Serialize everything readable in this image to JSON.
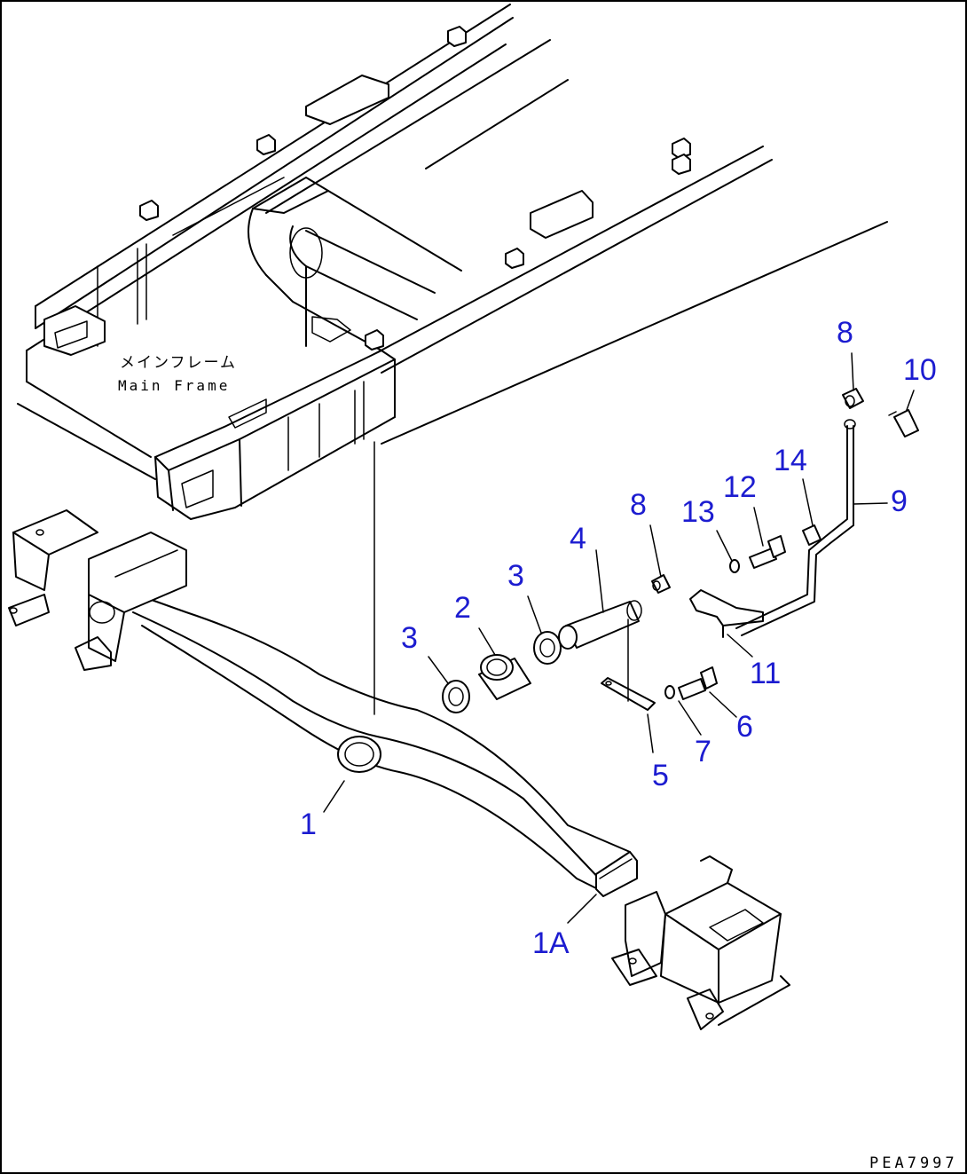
{
  "figure": {
    "main_frame_jp": "メインフレーム",
    "main_frame_en": "Main Frame",
    "drawing_code": "PEA7997"
  },
  "callouts": {
    "c1": "1",
    "c1a": "1A",
    "c2": "2",
    "c3a": "3",
    "c3b": "3",
    "c4": "4",
    "c5": "5",
    "c6": "6",
    "c7": "7",
    "c8a": "8",
    "c8b": "8",
    "c9": "9",
    "c10": "10",
    "c11": "11",
    "c12": "12",
    "c13": "13",
    "c14": "14"
  },
  "colors": {
    "callout": "#1c1cd0",
    "line": "#000000",
    "background": "#ffffff"
  }
}
